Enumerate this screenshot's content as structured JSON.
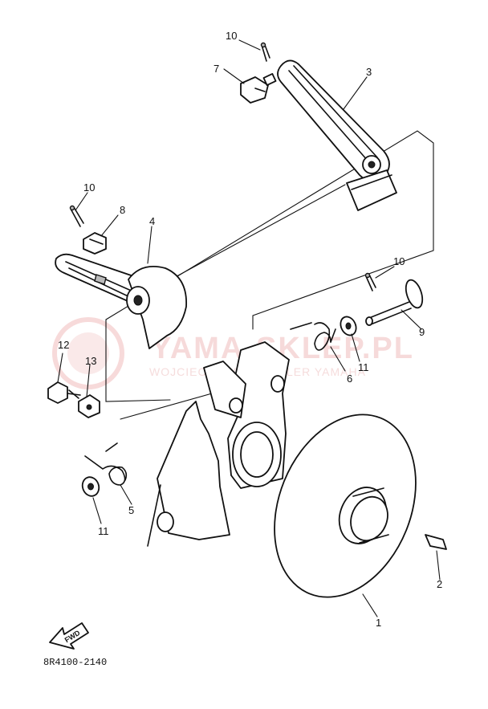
{
  "diagram": {
    "catalog_number": "8R4100-2140",
    "fwd_label": "FWD",
    "watermark": {
      "brand": "YAMA-SKLEP.PL",
      "tagline": "WOJCIECHOWSKI DEALER YAMAHA"
    },
    "callouts": [
      {
        "id": "c1",
        "label": "1"
      },
      {
        "id": "c2",
        "label": "2"
      },
      {
        "id": "c3",
        "label": "3"
      },
      {
        "id": "c4",
        "label": "4"
      },
      {
        "id": "c5",
        "label": "5"
      },
      {
        "id": "c6",
        "label": "6"
      },
      {
        "id": "c7",
        "label": "7"
      },
      {
        "id": "c8",
        "label": "8"
      },
      {
        "id": "c9",
        "label": "9"
      },
      {
        "id": "c10a",
        "label": "10"
      },
      {
        "id": "c10b",
        "label": "10"
      },
      {
        "id": "c10c",
        "label": "10"
      },
      {
        "id": "c11a",
        "label": "11"
      },
      {
        "id": "c11b",
        "label": "11"
      },
      {
        "id": "c12",
        "label": "12"
      },
      {
        "id": "c13",
        "label": "13"
      }
    ]
  }
}
